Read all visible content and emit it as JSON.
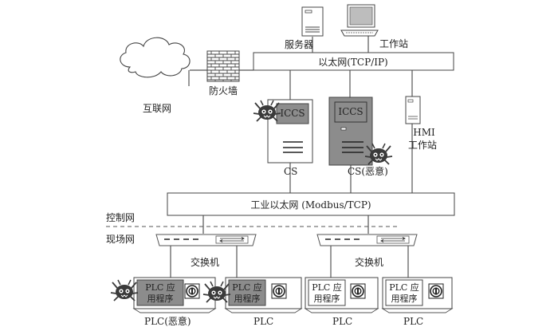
{
  "labels": {
    "server": "服务器",
    "workstation": "工作站",
    "ethernet": "以太网(TCP/IP)",
    "internet": "互联网",
    "firewall": "防火墙",
    "iccs_a": "ICCS",
    "iccs_b": "ICCS",
    "cs": "CS",
    "cs_malicious": "CS(恶意)",
    "hmi_line1": "HMI",
    "hmi_line2": "工作站",
    "industrial_ethernet": "工业以太网 (Modbus/TCP)",
    "control_net": "控制网",
    "field_net": "现场网",
    "switch_left": "交换机",
    "switch_right": "交换机",
    "plc_app_line1": "PLC 应",
    "plc_app_line2": "用程序",
    "plc_malicious": "PLC(恶意)",
    "plc": "PLC"
  },
  "icons": {
    "malware": "malware-bug-icon",
    "cloud": "cloud-icon",
    "firewall": "brick-wall-icon",
    "server": "server-tower-icon",
    "workstation": "desktop-monitor-icon",
    "switch": "network-switch-icon",
    "plc_dial": "plc-dial-icon"
  },
  "colors": {
    "malicious_fill": "#8c8c8c",
    "normal_fill": "#ffffff",
    "line": "#555555"
  }
}
